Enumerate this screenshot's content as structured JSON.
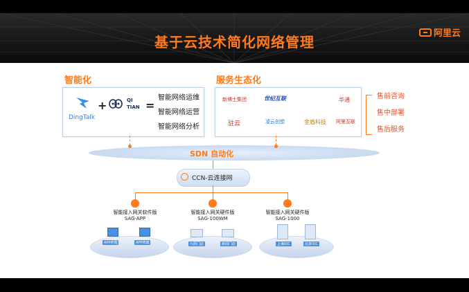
{
  "slide": {
    "title": "基于云技术简化网络管理",
    "logo_text": "阿里云",
    "left_section": {
      "heading": "智能化",
      "dingtalk_label": "DingTalk",
      "plus": "+",
      "equals": "=",
      "partner_label_1": "QI",
      "partner_label_2": "TIAN",
      "capabilities": [
        "智能网络运维",
        "智能网络运营",
        "智能网络分析"
      ]
    },
    "right_section": {
      "heading": "服务生态化",
      "partners": [
        "新博士集团",
        "世纪互联",
        "华通",
        "驻云",
        "凌云创想",
        "金盾科技",
        "阿里互联"
      ],
      "services": [
        "售前咨询",
        "售中部署",
        "售后服务"
      ]
    },
    "sdn_label": "SDN 自动化",
    "ccn_label": "CCN-云连接网",
    "nodes": [
      {
        "line1": "智能接入网关软件版",
        "line2": "SAG-APP",
        "tags": [
          "APP终端",
          "APP终端"
        ]
      },
      {
        "line1": "智能接入网关硬件版",
        "line2": "SAG-100WM",
        "tags": [
          "九阳门店",
          "新闻门店"
        ]
      },
      {
        "line1": "智能接入网关硬件版",
        "line2": "SAG-1000",
        "tags": [
          "上海IDC",
          "北京IDC"
        ]
      }
    ]
  },
  "colors": {
    "accent": "#ff7a1a",
    "banner": "#1a1a1a",
    "ellipse": "#c8d9f0"
  }
}
